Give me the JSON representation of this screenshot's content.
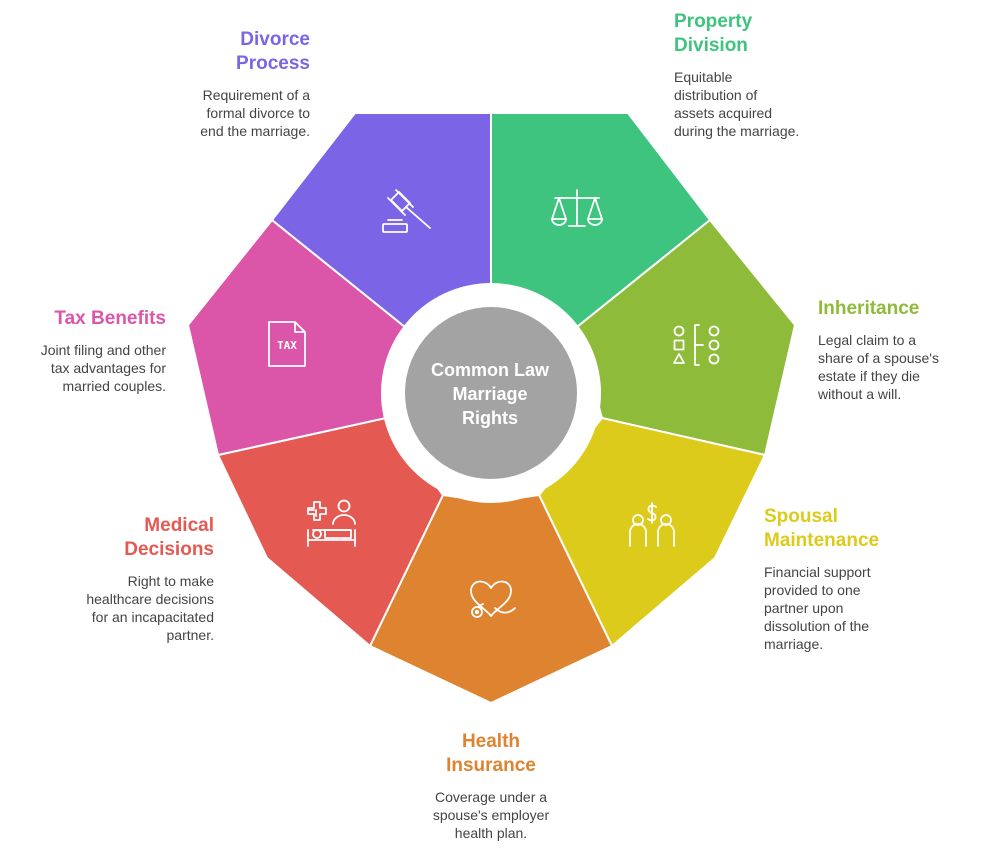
{
  "center": {
    "title_lines": [
      "Common Law",
      "Marriage",
      "Rights"
    ],
    "color": "#a3a3a3"
  },
  "segments": [
    {
      "id": "property",
      "title_lines": [
        "Property",
        "Division"
      ],
      "desc_lines": [
        "Equitable",
        "distribution of",
        "assets acquired",
        "during the marriage."
      ],
      "color": "#3ec47e",
      "icon": "scales-icon"
    },
    {
      "id": "inheritance",
      "title_lines": [
        "Inheritance"
      ],
      "desc_lines": [
        "Legal claim to a",
        "share of a spouse's",
        "estate if they die",
        "without a will."
      ],
      "color": "#8fbb3a",
      "icon": "hierarchy-icon"
    },
    {
      "id": "spousal",
      "title_lines": [
        "Spousal",
        "Maintenance"
      ],
      "desc_lines": [
        "Financial support",
        "provided to one",
        "partner upon",
        "dissolution of the",
        "marriage."
      ],
      "color": "#dccb1a",
      "icon": "people-money-icon"
    },
    {
      "id": "health",
      "title_lines": [
        "Health",
        "Insurance"
      ],
      "desc_lines": [
        "Coverage under a",
        "spouse's employer",
        "health plan."
      ],
      "color": "#de8330",
      "icon": "heart-stethoscope-icon"
    },
    {
      "id": "medical",
      "title_lines": [
        "Medical",
        "Decisions"
      ],
      "desc_lines": [
        "Right to make",
        "healthcare decisions",
        "for an incapacitated",
        "partner."
      ],
      "color": "#e45a52",
      "icon": "patient-bed-icon"
    },
    {
      "id": "tax",
      "title_lines": [
        "Tax Benefits"
      ],
      "desc_lines": [
        "Joint filing and other",
        "tax advantages for",
        "married couples."
      ],
      "color": "#db56a8",
      "icon": "tax-document-icon",
      "icon_text": "TAX"
    },
    {
      "id": "divorce",
      "title_lines": [
        "Divorce",
        "Process"
      ],
      "desc_lines": [
        "Requirement of a",
        "formal divorce to",
        "end the marriage."
      ],
      "color": "#7b64e6",
      "icon": "gavel-icon"
    }
  ]
}
